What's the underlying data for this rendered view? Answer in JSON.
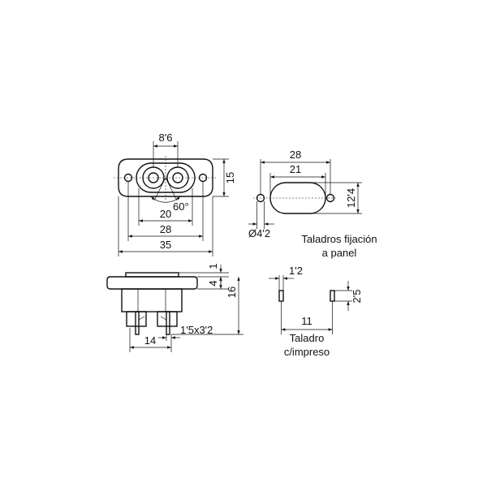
{
  "socket_front_view": {
    "dim_pin_pitch": "8'6",
    "dim_height": "15",
    "dim_angle": "60°",
    "dim_width_inner": "20",
    "dim_hole_spacing": "28",
    "dim_overall_width": "35"
  },
  "panel_cutout": {
    "dim_hole_spacing": "28",
    "dim_oval_width": "21",
    "dim_oval_height": "12'4",
    "dim_hole_diameter": "Ø4'2",
    "caption_line1": "Taladros fijación",
    "caption_line2": "a panel"
  },
  "socket_side_view": {
    "dim_flange": "1",
    "dim_shoulder": "4",
    "dim_total_height": "16",
    "dim_pin_spacing": "14",
    "dim_pin_size": "1'5x3'2"
  },
  "pcb_drilling": {
    "dim_slot_width": "1'2",
    "dim_slot_length": "2'5",
    "dim_slot_spacing": "11",
    "caption_line1": "Taladro",
    "caption_line2": "c/impreso"
  }
}
